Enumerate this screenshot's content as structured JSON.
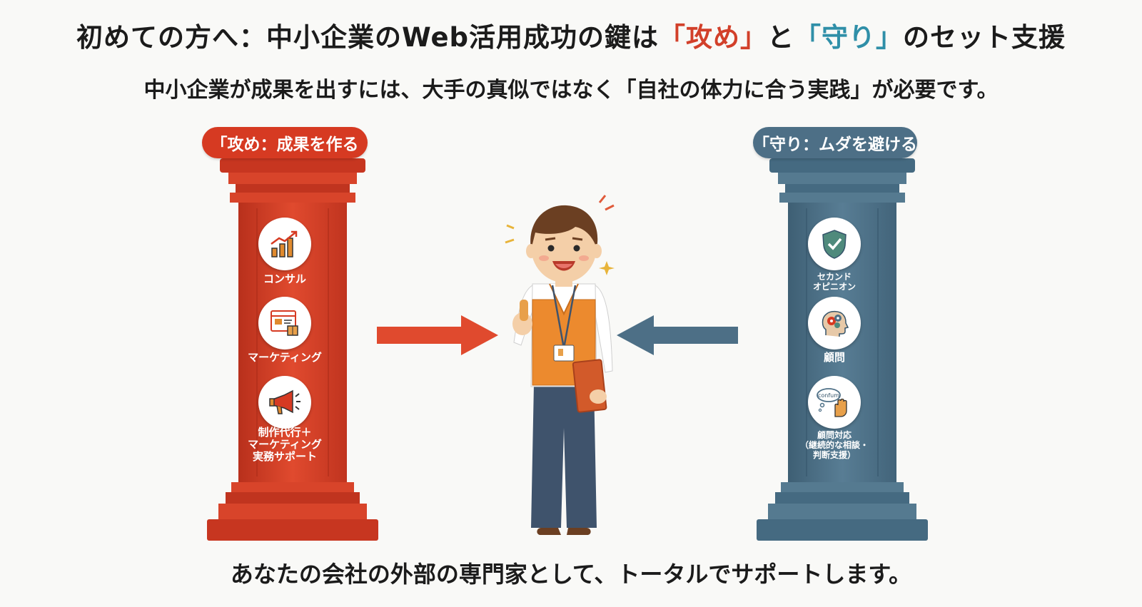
{
  "header": {
    "title_pre": "初めての方へ：中小企業のWeb活用成功の鍵は",
    "title_attack": "「攻め」",
    "title_mid": "と",
    "title_defense": "「守り」",
    "title_post": "のセット支援",
    "subtitle": "中小企業が成果を出すには、大手の真似ではなく「自社の体力に合う実践」が必要です。"
  },
  "attack_pillar": {
    "label": "「攻め：成果を作る",
    "color": "#d63a22",
    "items": [
      {
        "icon": "growth-chart-icon",
        "label": "コンサル"
      },
      {
        "icon": "web-box-icon",
        "label": "マーケティング"
      },
      {
        "icon": "megaphone-icon",
        "label": "制作代行＋\nマーケティング\n実務サポート"
      }
    ]
  },
  "defense_pillar": {
    "label": "「守り：ムダを避ける",
    "color": "#4d6f86",
    "items": [
      {
        "icon": "shield-check-icon",
        "label": "セカンド\nオピニオン"
      },
      {
        "icon": "head-gears-icon",
        "label": "顧問"
      },
      {
        "icon": "confirm-hand-icon",
        "label": "顧問対応\n（継続的な相談・\n判断支援）",
        "bubble_text": "confum"
      }
    ]
  },
  "footer": {
    "text": "あなたの会社の外部の専門家として、トータルでサポートします。"
  }
}
